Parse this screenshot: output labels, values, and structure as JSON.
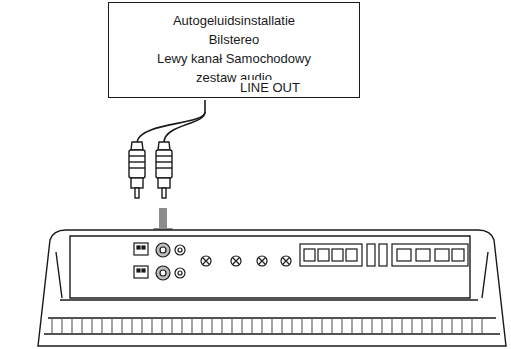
{
  "diagram": {
    "nodes": [
      {
        "text": [
          "Autogeluidsinstallatie",
          "Bilstereo",
          "Lewy kanał Samochodowy zestaw audio"
        ]
      }
    ],
    "labels": [
      "LINE OUT"
    ]
  }
}
